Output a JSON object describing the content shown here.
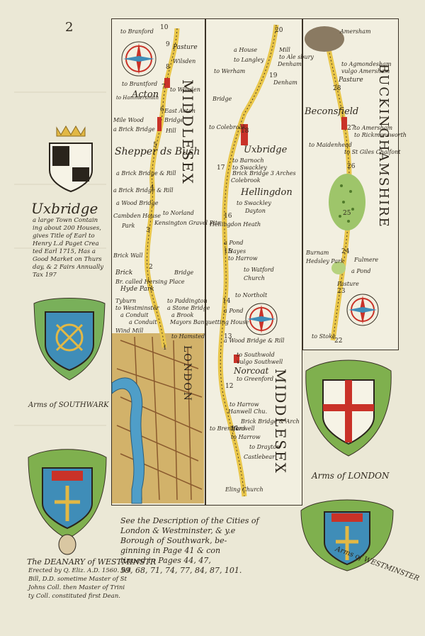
{
  "page": {
    "number": "2"
  },
  "colors": {
    "paper": "#ebe8d6",
    "ink": "#2f281e",
    "road": "#e9c64a",
    "red": "#c93228",
    "blue": "#3f8db8",
    "green": "#7fb04e",
    "gold": "#d6b24a"
  },
  "strip1": {
    "place_labels": [
      "to Branford",
      "Pasture",
      "Wilsden",
      "to Brantford",
      "Acton",
      "to Wilsden",
      "to Hammersmith",
      "East Acton",
      "Mile Wood",
      "Bridge",
      "a Brick Bridge",
      "Hill",
      "Shepper ds Bush",
      "a Brick Bridge & Rill",
      "a Brick Bridge & Rill",
      "a Wood Bridge",
      "Cambden House",
      "Park",
      "to Norland",
      "Kensington Gravel Pits",
      "Brick Wall",
      "Brick",
      "Bridge",
      "Br. called Hersing Place",
      "Hyde Park",
      "Tyburn",
      "to Paddington",
      "a Stone Bridge",
      "to Westminster",
      "a Conduit",
      "a Brook",
      "Mayors Banquetting House",
      "a Conduit",
      "Wind Mill",
      "to Hamsted"
    ],
    "vertical_label": "MIDDLESEX",
    "london_label": "LONDON"
  },
  "strip2": {
    "place_labels": [
      "a House",
      "Mill",
      "to Ale sbury",
      "to Langley",
      "Denham",
      "to Werham",
      "Denham",
      "Bridge",
      "Uxbridge",
      "to Colebrook",
      "to Barnoch",
      "to Swackley",
      "Brick Bridge 3 Arches",
      "Colebrook",
      "Hellingdon",
      "to Swackley",
      "Dayton",
      "Hellingdon Heath",
      "a Pond",
      "Hayes",
      "to Harrow",
      "to Watford",
      "Church",
      "to Northolt",
      "a Pond",
      "a Wood Bridge & Rill",
      "to Southwold",
      "vulgo Southwell",
      "Norcoat",
      "to Greenford",
      "to Harrow",
      "Hanwell Chu.",
      "Brick Bridge & Arch",
      "Hanwell",
      "to Harrow",
      "to Drayton",
      "Castlebear",
      "Eling Church",
      "to Brentford"
    ],
    "vertical_label": "MIDDLESEX"
  },
  "strip3": {
    "place_labels": [
      "Amersham",
      "to Agmondesham",
      "vulgo Amersham",
      "Pasture",
      "Beconsfield",
      "to Amersham",
      "to Rickmansworth",
      "to Maidenhead",
      "to St Giles Chalfont",
      "Burnam",
      "Fulmere",
      "Hedsley Park",
      "a Pond",
      "Pasture",
      "to Stoke"
    ],
    "vertical_label": "BUCKINGHAMSHIRE"
  },
  "mile_numbers": [
    "10",
    "9",
    "8",
    "7",
    "6",
    "5",
    "4",
    "3",
    "2",
    "1",
    "20",
    "19",
    "18",
    "17",
    "16",
    "15",
    "14",
    "13",
    "12",
    "11",
    "28",
    "27",
    "26",
    "25",
    "24",
    "23",
    "22"
  ],
  "uxbridge_note": {
    "title": "Uxbridge",
    "lines": [
      "a large Town Contain",
      "ing about 200 Houses,",
      "gives Title of Earl to",
      "Henry L.d Paget Crea",
      "ted Earl 1715, Has a",
      "Good Market on Thurs",
      "day, & 2 Fairs Annually",
      "Tax 197"
    ]
  },
  "arms": {
    "southwark": "Arms of SOUTHWARK",
    "deanary": "The DEANARY of WESTMINSTR",
    "london": "Arms of LONDON",
    "westminster": "Arms of WESTMINSTER"
  },
  "deanary_note": [
    "Erected by Q. Eliz. A.D. 1560. Wil",
    "Bill, D.D. sometime Master of St",
    "Johns Coll. then Master of Trini",
    "ty Coll. constituted first Dean."
  ],
  "description_note": [
    "See the Description of the Cities of",
    "London & Westminster, & y.e",
    "Borough of Southwark, be-",
    "ginning in Page 41 & con",
    "tinued in Pages 44, 47,",
    "59, 68, 71, 74, 77, 84, 87, 101."
  ]
}
